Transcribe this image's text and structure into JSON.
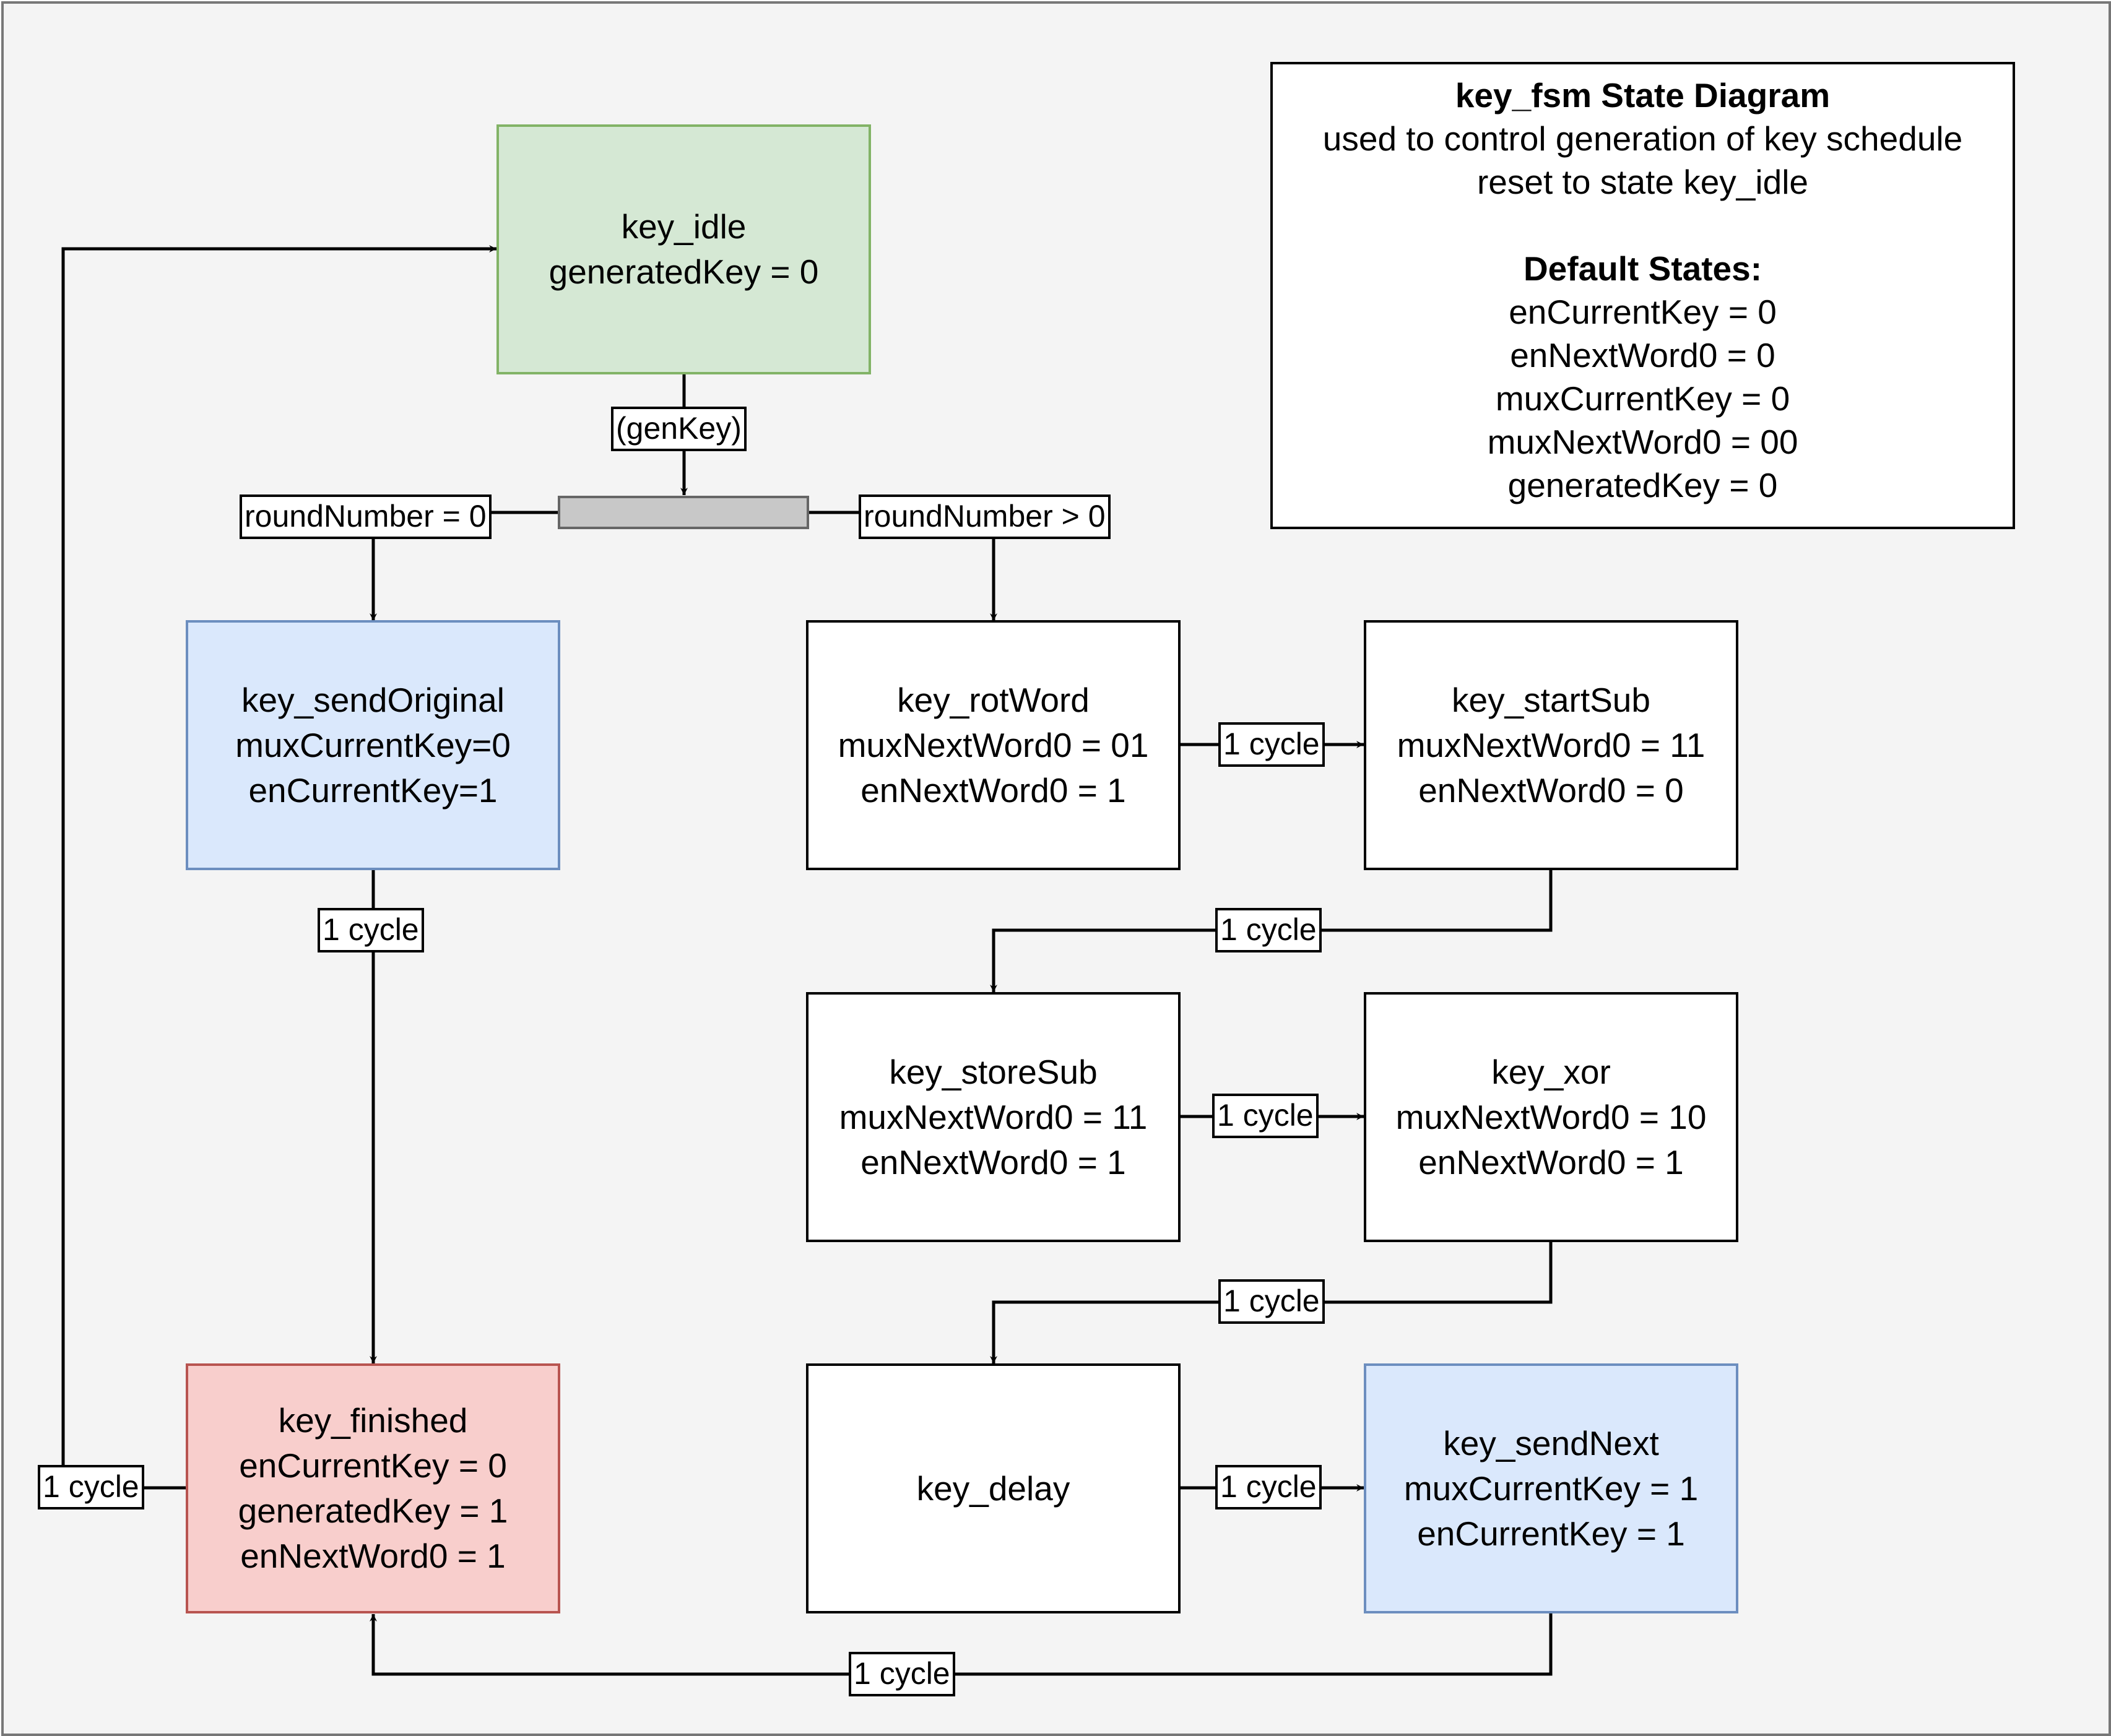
{
  "legend": {
    "title": "key_fsm State Diagram",
    "line1": "used to control generation of key schedule",
    "line2": "reset to state key_idle",
    "defaults_title": "Default States:",
    "defaults": [
      "enCurrentKey = 0",
      "enNextWord0 = 0",
      "muxCurrentKey = 0",
      "muxNextWord0 = 00",
      "generatedKey = 0"
    ]
  },
  "states": {
    "key_idle": {
      "lines": [
        "key_idle",
        "generatedKey = 0"
      ],
      "fill": "#d5e8d4",
      "stroke": "#82b366"
    },
    "key_sendOriginal": {
      "lines": [
        "key_sendOriginal",
        "muxCurrentKey=0",
        "enCurrentKey=1"
      ],
      "fill": "#dae8fc",
      "stroke": "#6c8ebf"
    },
    "key_rotWord": {
      "lines": [
        "key_rotWord",
        "muxNextWord0 = 01",
        "enNextWord0 = 1"
      ],
      "fill": "#ffffff",
      "stroke": "#000000"
    },
    "key_startSub": {
      "lines": [
        "key_startSub",
        "muxNextWord0 = 11",
        "enNextWord0 = 0"
      ],
      "fill": "#ffffff",
      "stroke": "#000000"
    },
    "key_storeSub": {
      "lines": [
        "key_storeSub",
        "muxNextWord0 = 11",
        "enNextWord0 = 1"
      ],
      "fill": "#ffffff",
      "stroke": "#000000"
    },
    "key_xor": {
      "lines": [
        "key_xor",
        "muxNextWord0 = 10",
        "enNextWord0 = 1"
      ],
      "fill": "#ffffff",
      "stroke": "#000000"
    },
    "key_finished": {
      "lines": [
        "key_finished",
        "enCurrentKey = 0",
        "generatedKey = 1",
        "enNextWord0 = 1"
      ],
      "fill": "#f8cecc",
      "stroke": "#b85450"
    },
    "key_delay": {
      "lines": [
        "key_delay"
      ],
      "fill": "#ffffff",
      "stroke": "#000000"
    },
    "key_sendNext": {
      "lines": [
        "key_sendNext",
        "muxCurrentKey = 1",
        "enCurrentKey = 1"
      ],
      "fill": "#dae8fc",
      "stroke": "#6c8ebf"
    }
  },
  "transitions": {
    "genKey": "(genKey)",
    "round_zero": "roundNumber = 0",
    "round_gt_zero": "roundNumber > 0",
    "sendOriginal_to_finished": "1 cycle",
    "rotWord_to_startSub": "1 cycle",
    "startSub_to_storeSub": "1 cycle",
    "storeSub_to_xor": "1 cycle",
    "xor_to_delay": "1 cycle",
    "delay_to_sendNext": "1 cycle",
    "sendNext_to_finished": "1 cycle",
    "finished_to_idle": "1 cycle"
  },
  "colors": {
    "background": "#f4f4f4",
    "frame": "#777777",
    "decision_bar_fill": "#c8c8c8",
    "decision_bar_stroke": "#666666"
  }
}
